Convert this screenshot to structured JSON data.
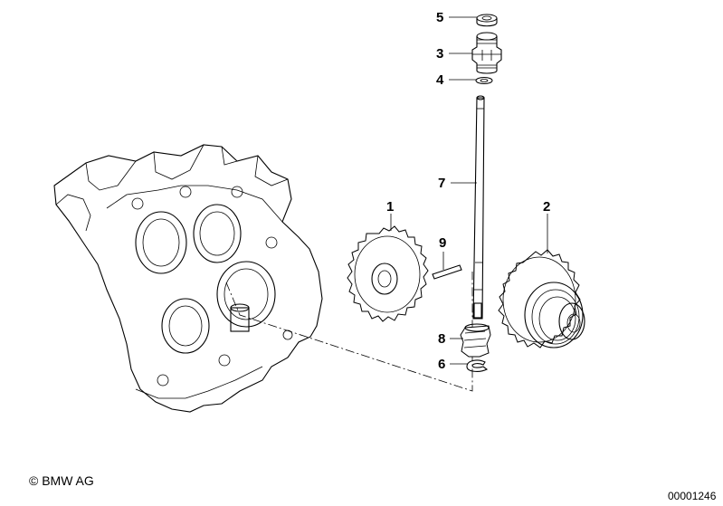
{
  "callouts": [
    {
      "id": "5",
      "label": "5"
    },
    {
      "id": "3",
      "label": "3"
    },
    {
      "id": "4",
      "label": "4"
    },
    {
      "id": "7",
      "label": "7"
    },
    {
      "id": "1",
      "label": "1"
    },
    {
      "id": "2",
      "label": "2"
    },
    {
      "id": "9",
      "label": "9"
    },
    {
      "id": "8",
      "label": "8"
    },
    {
      "id": "6",
      "label": "6"
    }
  ],
  "footer": {
    "copyright": "© BMW AG",
    "drawing_number": "00001246"
  }
}
